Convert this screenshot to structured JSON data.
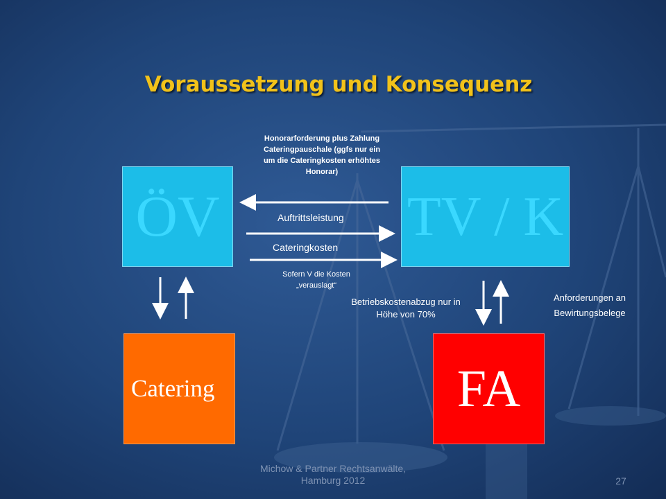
{
  "slide": {
    "title": "Voraussetzung und Konsequenz",
    "footer": "Michow & Partner Rechtsanwälte, Hamburg 2012",
    "page_number": "27"
  },
  "boxes": {
    "ov": "ÖV",
    "tvk": "TV / K",
    "catering": "Catering",
    "fa": "FA"
  },
  "labels": {
    "honorar": "Honorarforderung plus Zahlung Cateringpauschale (ggfs nur ein um die Cateringkosten erhöhtes Honorar)",
    "auftritt": "Auftrittsleistung",
    "cateringkosten": "Cateringkosten",
    "sofern": "Sofern V die Kosten „verauslagt“",
    "betrieb": "Betriebskostenabzug nur in Höhe von 70%",
    "anforderungen": "Anforderungen an Bewirtungsbelege"
  },
  "colors": {
    "background": "#1f4478",
    "title": "#f2c21a",
    "cyan_box": "#1cbde8",
    "catering_box": "#ff6a00",
    "fa_box": "#ff0000"
  }
}
